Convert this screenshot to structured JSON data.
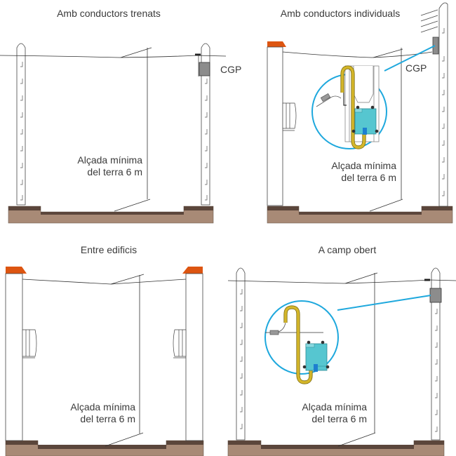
{
  "colors": {
    "ground_top": "#5b463b",
    "ground_fill": "#a88a76",
    "roof": "#dd5511",
    "callout": "#1ea8dd",
    "cable": "#d4b62a",
    "cgp_box": "#8c8c8c",
    "meter": "#56c6d0",
    "line": "#333333"
  },
  "panels": [
    {
      "title": "Amb conductors trenats",
      "cgp_label": "CGP",
      "height_label_line1": "Alçada mínima",
      "height_label_line2": "del terra 6 m"
    },
    {
      "title": "Amb conductors individuals",
      "cgp_label": "CGP",
      "height_label_line1": "Alçada mínima",
      "height_label_line2": "del terra 6 m"
    },
    {
      "title": "Entre edificis",
      "height_label_line1": "Alçada mínima",
      "height_label_line2": "del terra 6 m"
    },
    {
      "title": "A camp obert",
      "height_label_line1": "Alçada mínima",
      "height_label_line2": "del terra 6 m"
    }
  ]
}
